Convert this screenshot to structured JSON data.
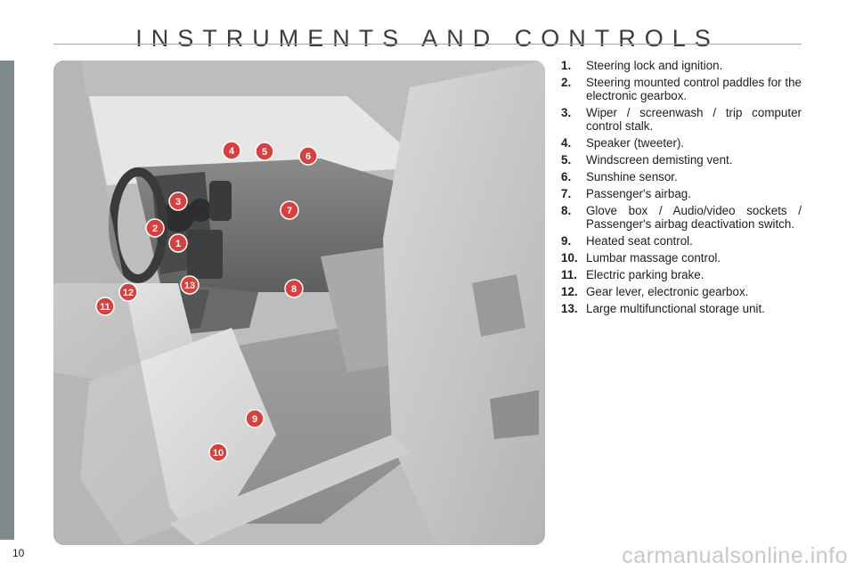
{
  "page_title": "INSTRUMENTS AND CONTROLS",
  "legend": [
    {
      "num": "1.",
      "text": "Steering lock and ignition."
    },
    {
      "num": "2.",
      "text": "Steering mounted control paddles for the electronic gearbox."
    },
    {
      "num": "3.",
      "text": "Wiper / screenwash / trip computer control stalk."
    },
    {
      "num": "4.",
      "text": "Speaker (tweeter)."
    },
    {
      "num": "5.",
      "text": "Windscreen demisting vent."
    },
    {
      "num": "6.",
      "text": "Sunshine sensor."
    },
    {
      "num": "7.",
      "text": "Passenger's airbag."
    },
    {
      "num": "8.",
      "text": "Glove box / Audio/video sockets / Passenger's airbag deactivation switch."
    },
    {
      "num": "9.",
      "text": "Heated seat control."
    },
    {
      "num": "10.",
      "text": "Lumbar massage control."
    },
    {
      "num": "11.",
      "text": "Electric parking brake."
    },
    {
      "num": "12.",
      "text": "Gear lever, electronic gearbox."
    },
    {
      "num": "13.",
      "text": "Large multifunctional storage unit."
    }
  ],
  "callouts": [
    "1",
    "2",
    "3",
    "4",
    "5",
    "6",
    "7",
    "8",
    "9",
    "10",
    "11",
    "12",
    "13"
  ],
  "callout_color": "#d8403e",
  "page_number": "10",
  "watermark": "carmanualsonline.info"
}
